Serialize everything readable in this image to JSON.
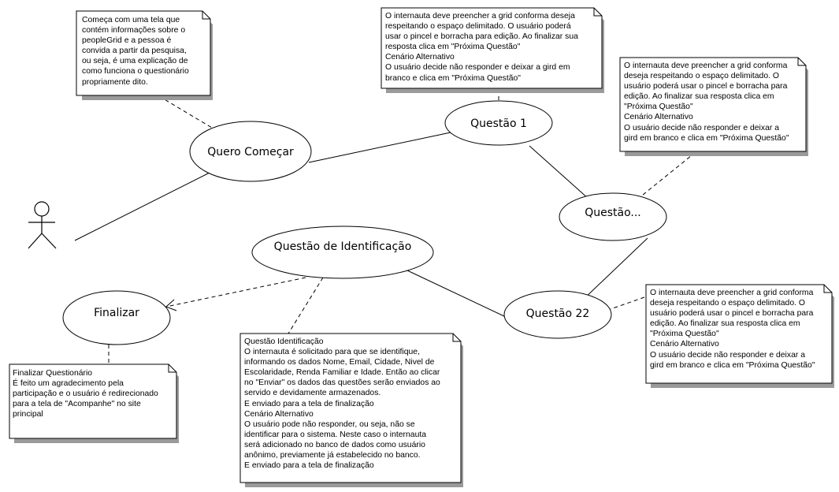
{
  "use_cases": {
    "quero_comecar": "Quero Começar",
    "questao_1": "Questão 1",
    "questao_mid": "Questão...",
    "questao_identificacao": "Questão de Identificação",
    "questao_22": "Questão 22",
    "finalizar": "Finalizar"
  },
  "notes": {
    "intro": [
      "Começa com uma tela que",
      "contém informações sobre o",
      "peopleGrid e a pessoa é",
      "convida a partir da pesquisa,",
      "ou seja, é uma explicação de",
      "como funciona o questionário",
      "propriamente dito."
    ],
    "questao_1": [
      " O internauta deve preencher a grid conforma deseja",
      "respeitando o espaço delimitado. O usuário poderá",
      "usar o pincel e borracha para edição. Ao finalizar sua",
      "resposta clica em \"Próxima Questão\"",
      "Cenário Alternativo",
      "O usuário decide não responder e deixar a gird em",
      "branco e clica em \"Próxima Questão\""
    ],
    "questao_mid": [
      "O internauta deve preencher a grid conforma",
      "deseja respeitando o espaço delimitado. O",
      "usuário poderá usar o pincel e borracha para",
      "edição. Ao finalizar sua resposta clica em",
      "\"Próxima Questão\"",
      "Cenário Alternativo",
      "O usuário decide não responder e deixar a",
      "gird em branco e clica em \"Próxima Questão\""
    ],
    "questao_22": [
      "O internauta deve preencher a grid conforma",
      "deseja respeitando o espaço delimitado. O",
      "usuário poderá usar o pincel e borracha para",
      "edição. Ao finalizar sua resposta clica em",
      "\"Próxima Questão\"",
      "Cenário Alternativo",
      "O usuário decide não responder e deixar a",
      "gird em branco e clica em \"Próxima Questão\""
    ],
    "finalizar": [
      "Finalizar Questionário",
      "É feito um agradecimento pela",
      "participação e o usuário é redirecionado",
      "para a tela de \"Acompanhe\" no site",
      "principal"
    ],
    "identificacao": [
      "Questão Identificação",
      "O internauta é solicitado para que se identifique,",
      "informando os dados Nome, Email, Cidade, Nivel de",
      "Escolaridade, Renda Familiar e Idade. Então ao clicar",
      "no \"Enviar\" os dados das questões serão enviados ao",
      "servido e devidamente armazenados.",
      "E enviado para a tela de finalização",
      "Cenário Alternativo",
      "O usuário pode não responder, ou seja, não se",
      "identificar para o sistema. Neste caso o internauta",
      "será adicionado no banco de dados como usuário",
      "anônimo, previamente já estabelecido no banco.",
      "E enviado para a tela de finalização"
    ]
  }
}
